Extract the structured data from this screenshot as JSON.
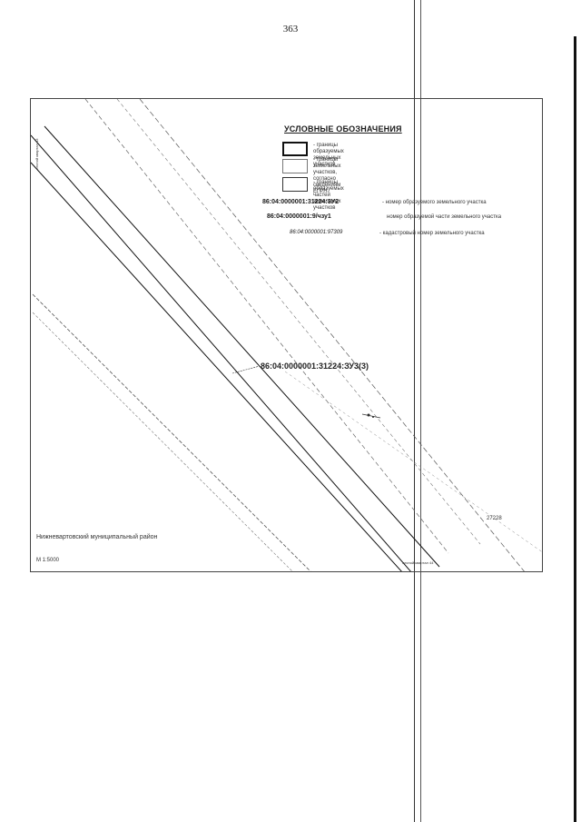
{
  "page": {
    "number": "363"
  },
  "map": {
    "legend": {
      "title": "УСЛОВНЫЕ ОБОЗНАЧЕНИЯ",
      "items": [
        {
          "swatch": "thick-border",
          "text": "- границы образуемых земельных участков"
        },
        {
          "swatch": "thin-border",
          "text": "- границы земельных участков, согласно\nсведениям ЕГРН"
        },
        {
          "swatch": "medium-border",
          "text": "- границы образуемых частей земельных участков"
        }
      ],
      "codes": [
        {
          "code": "86:04:0000001:31224:ЗУ2",
          "desc": "- номер образуемого земельного участка"
        },
        {
          "code": "86:04:0000001:9/чзу1",
          "desc": "номер образуемой части земельного участка"
        },
        {
          "code": "86:04:0000001:97309",
          "desc": "- кадастровый номер земельного участка"
        }
      ]
    },
    "parcel_label": "86:04:0000001:31224:ЗУ3(3)",
    "district_label": "Нижневартовский муниципальный район",
    "scale_label": "М 1:5000",
    "corner_number": "27228",
    "bottom_label": "лесной квартал 44",
    "side_label": "лесной квартал 43",
    "colors": {
      "line_dark": "#111111",
      "line_dashed": "#555555"
    }
  }
}
